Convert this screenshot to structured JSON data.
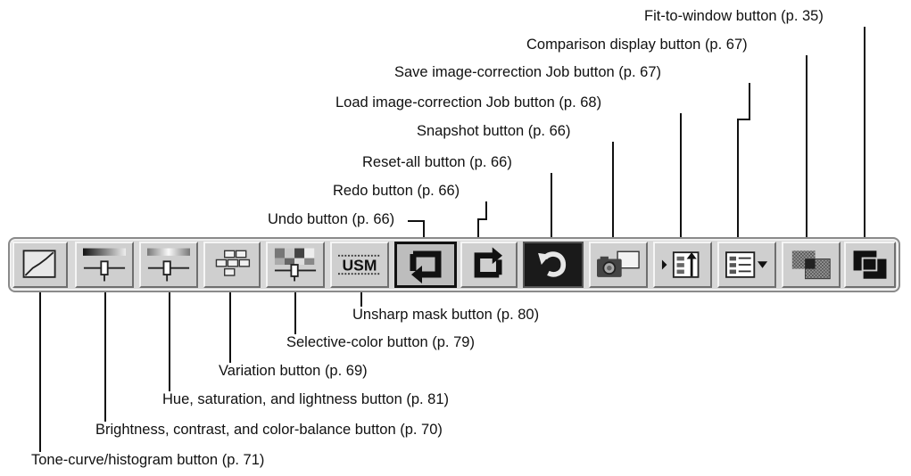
{
  "toolbar": {
    "buttons": [
      {
        "icon": "tone-curve-icon"
      },
      {
        "icon": "brightness-contrast-icon"
      },
      {
        "icon": "hue-saturation-icon"
      },
      {
        "icon": "variation-icon"
      },
      {
        "icon": "selective-color-icon"
      },
      {
        "icon": "usm-icon",
        "text": "USM"
      },
      {
        "icon": "undo-icon"
      },
      {
        "icon": "redo-icon"
      },
      {
        "icon": "reset-all-icon"
      },
      {
        "icon": "camera-icon"
      },
      {
        "icon": "load-job-icon"
      },
      {
        "icon": "save-job-icon"
      },
      {
        "icon": "comparison-icon"
      },
      {
        "icon": "fit-to-window-icon"
      }
    ]
  },
  "callouts": {
    "fit_to_window": "Fit-to-window button (p. 35)",
    "comparison": "Comparison display button (p. 67)",
    "save_job": "Save image-correction Job button (p. 67)",
    "load_job": "Load image-correction Job button (p. 68)",
    "snapshot": "Snapshot button (p. 66)",
    "reset_all": "Reset-all button (p. 66)",
    "redo": "Redo button (p. 66)",
    "undo": "Undo button (p. 66)",
    "unsharp": "Unsharp mask button (p. 80)",
    "selective_color": "Selective-color button (p. 79)",
    "variation": "Variation button (p. 69)",
    "hue_sat": "Hue, saturation, and lightness button (p. 81)",
    "brightness": "Brightness, contrast, and color-balance button (p. 70)",
    "tone_curve": "Tone-curve/histogram button (p. 71)"
  }
}
